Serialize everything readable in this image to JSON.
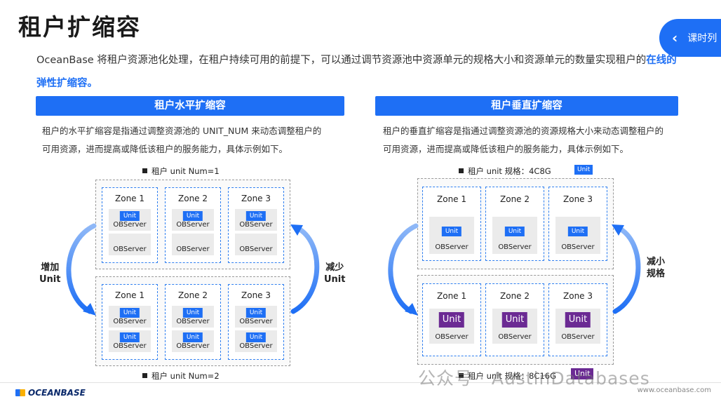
{
  "title": "租户扩缩容",
  "course_list_label": "课时列",
  "intro": {
    "text_before": "OceanBase 将租户资源池化处理，在租户持续可用的前提下，可以通过调节资源池中资源单元的规格大小和资源单元的数量实现租户的",
    "highlight": "在线的弹性扩缩容。"
  },
  "colors": {
    "accent": "#1e6ff5",
    "unit_purple": "#6b2a93"
  },
  "horizontal": {
    "banner": "租户水平扩缩容",
    "desc": "租户的水平扩缩容是指通过调整资源池的 UNIT_NUM 来动态调整租户的可用资源，进而提高或降低该租户的服务能力，具体示例如下。",
    "top_caption": "租户 unit Num=1",
    "bottom_caption": "租户 unit Num=2",
    "left_label": "增加\nUnit",
    "right_label": "减少\nUnit",
    "zones": [
      "Zone 1",
      "Zone 2",
      "Zone 3"
    ],
    "unit_label": "Unit",
    "server_label": "OBServer"
  },
  "vertical": {
    "banner": "租户垂直扩缩容",
    "desc": "租户的垂直扩缩容是指通过调整资源池的资源规格大小来动态调整租户的可用资源，进而提高或降低该租户的服务能力，具体示例如下。",
    "top_caption": "租户 unit 规格：4C8G",
    "bottom_caption": "租户 unit 规格：8C16G",
    "right_label": "减小\n规格",
    "zones": [
      "Zone 1",
      "Zone 2",
      "Zone 3"
    ],
    "unit_label": "Unit",
    "server_label": "OBServer"
  },
  "footer": {
    "logo": "OCEANBASE",
    "website": "www.oceanbase.com",
    "watermark": "公众号 · AustinDatabases"
  }
}
